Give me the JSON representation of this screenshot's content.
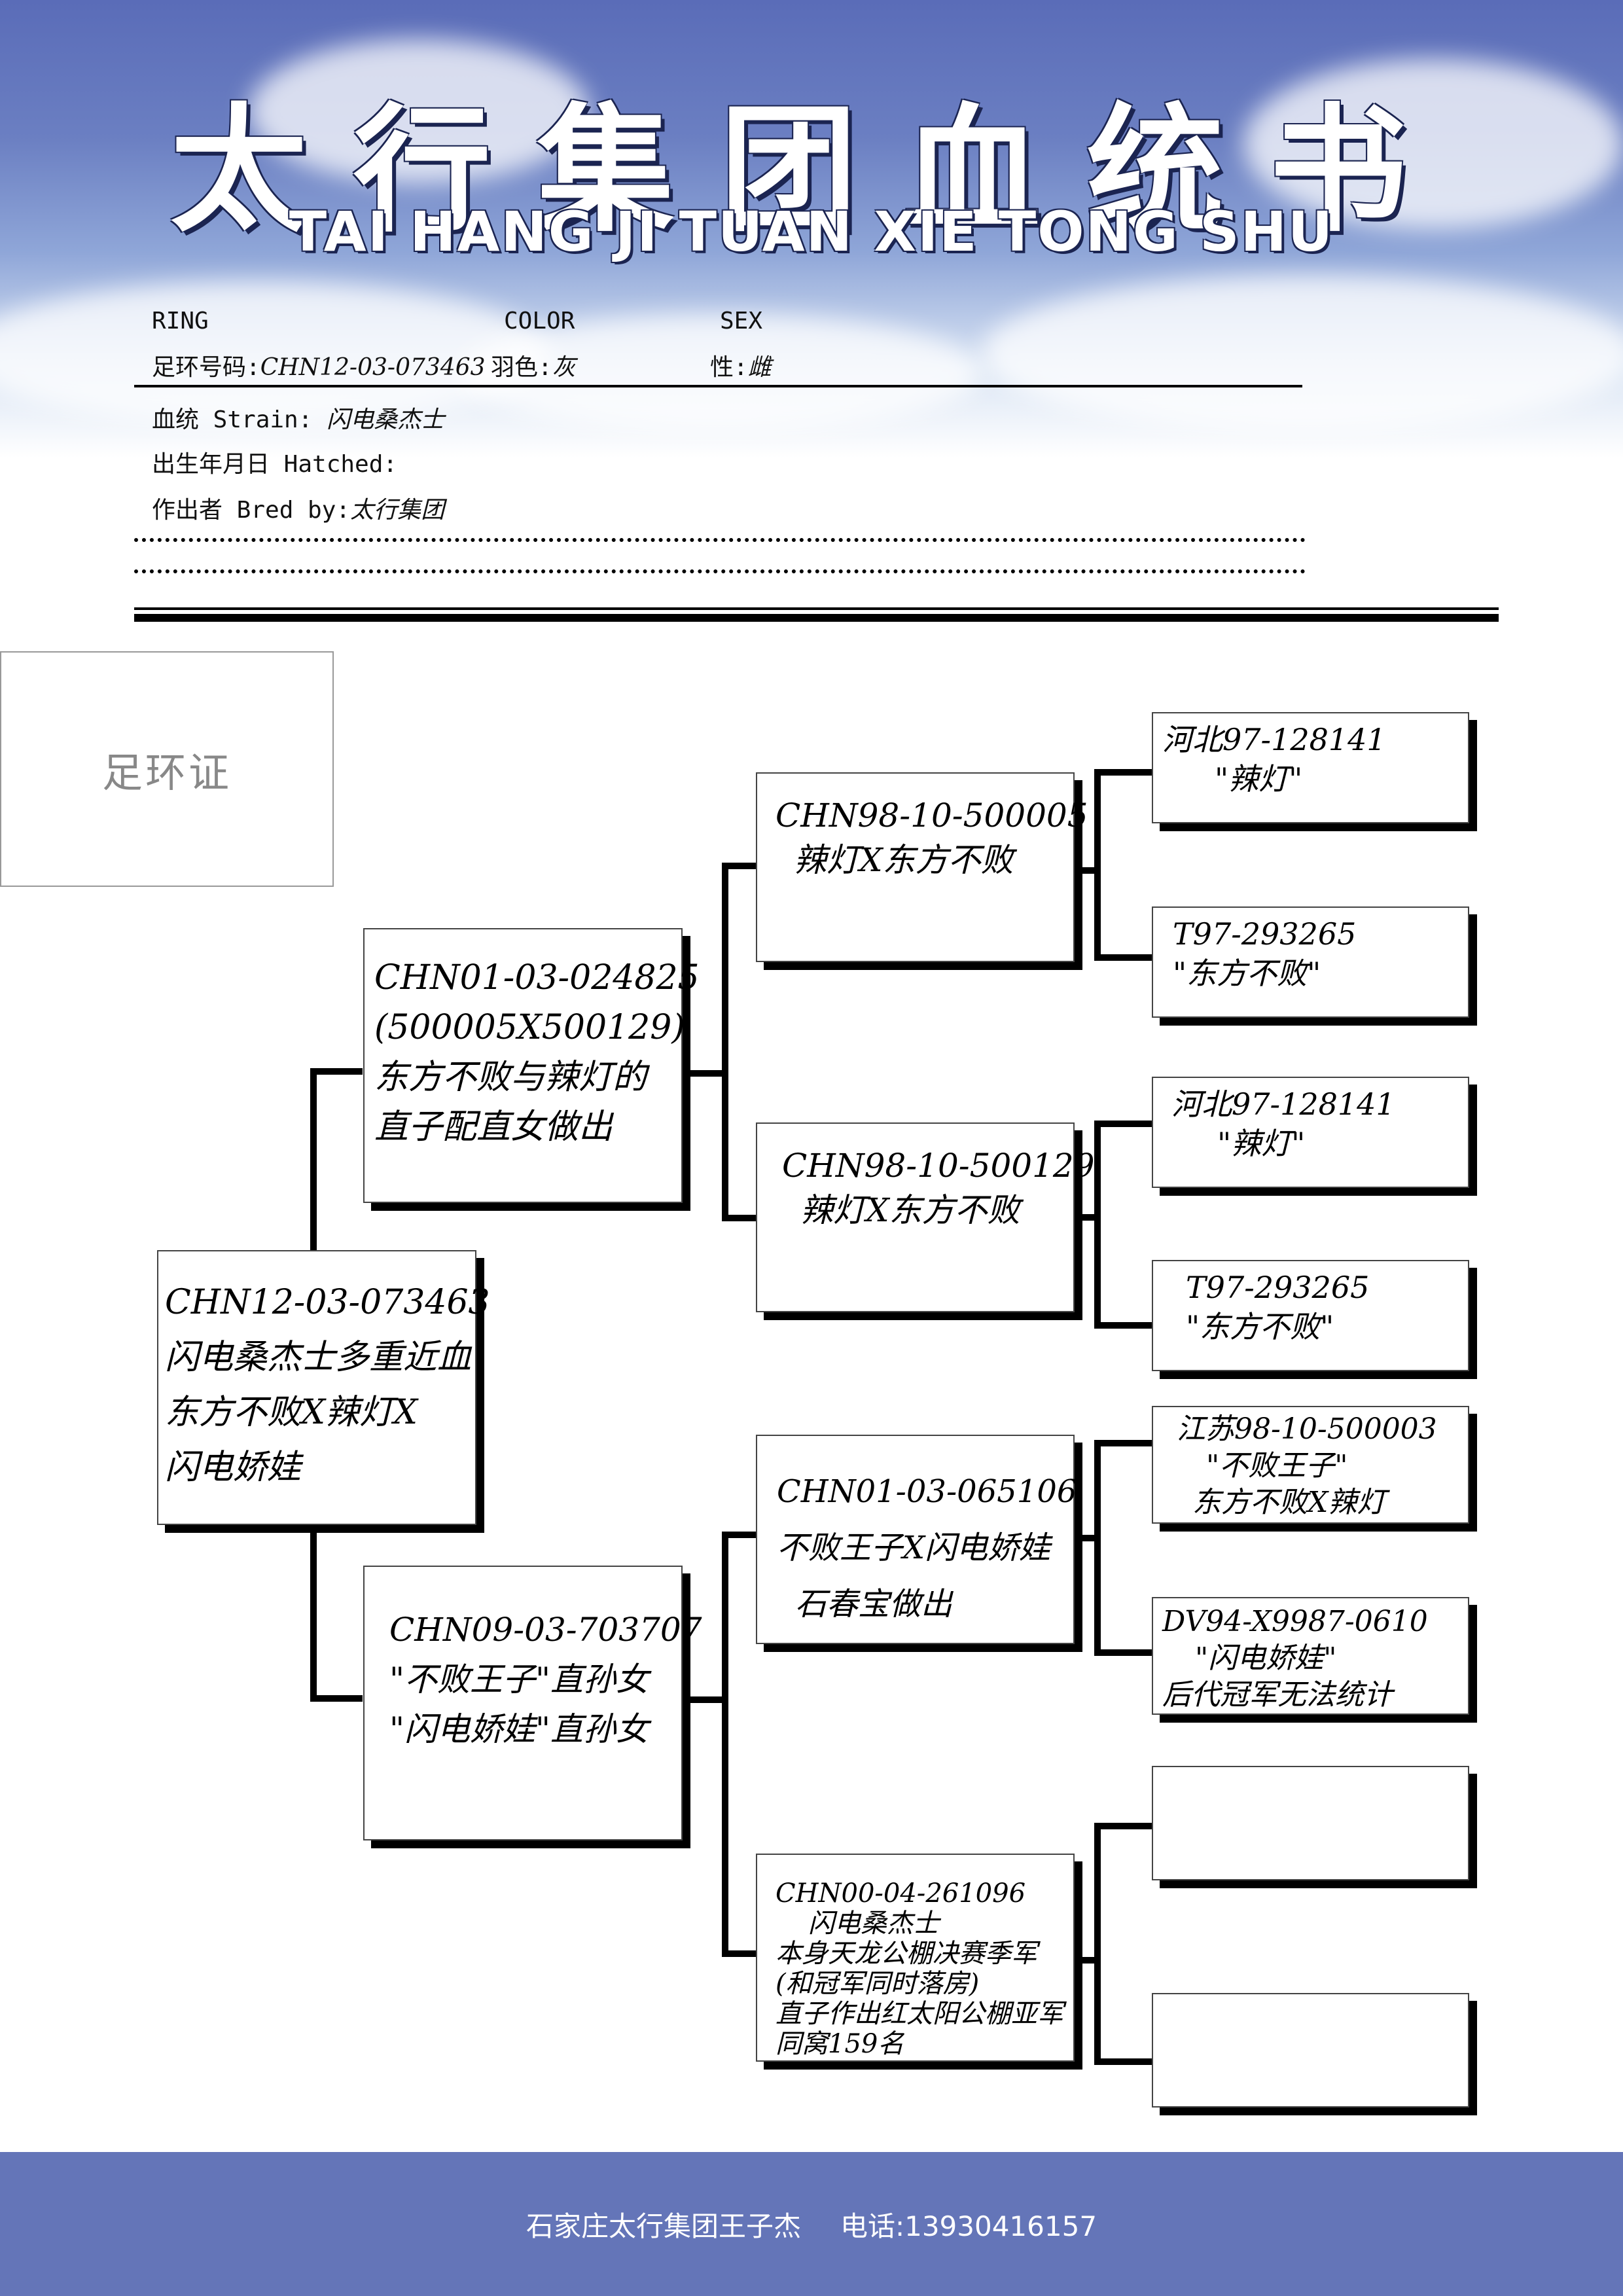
{
  "header": {
    "title_cn": "太行集团血统书",
    "title_en": "TAI HANG JI TUAN XIE TONG SHU"
  },
  "info": {
    "ring_en": "RING",
    "color_en": "COLOR",
    "sex_en": "SEX",
    "ring_cn": "足环号码:",
    "ring_value": "CHN12-03-073463",
    "color_cn": "羽色:",
    "color_value": "灰",
    "sex_cn": "性:",
    "sex_value": "雌",
    "strain_label": "血统 Strain:",
    "strain_value": "闪电桑杰士",
    "hatched_label": "出生年月日 Hatched:",
    "bred_label": "作出者 Bred  by:",
    "bred_value": "太行集团"
  },
  "photo_label": "足环证",
  "pedigree": {
    "subject": [
      "CHN12-03-073463",
      "闪电桑杰士多重近血",
      "东方不败X辣灯X",
      "闪电娇娃"
    ],
    "sire": [
      "CHN01-03-024825",
      "(500005X500129)",
      "东方不败与辣灯的",
      "直子配直女做出"
    ],
    "dam": [
      "CHN09-03-703707",
      "\"不败王子\"直孙女",
      "\"闪电娇娃\"直孙女"
    ],
    "sire_sire": [
      "CHN98-10-500005",
      "辣灯X东方不败"
    ],
    "sire_dam": [
      "CHN98-10-500129",
      "辣灯X东方不败"
    ],
    "dam_sire": [
      "CHN01-03-065106",
      "不败王子X闪电娇娃",
      "石春宝做出"
    ],
    "dam_dam": [
      "CHN00-04-261096",
      "闪电桑杰士",
      "本身天龙公棚决赛季军",
      "(和冠军同时落房)",
      "直子作出红太阳公棚亚军",
      "同窝159名"
    ],
    "g3_1": [
      "河北97-128141",
      "\"辣灯\""
    ],
    "g3_2": [
      "T97-293265",
      "\"东方不败\""
    ],
    "g3_3": [
      "河北97-128141",
      "\"辣灯\""
    ],
    "g3_4": [
      "T97-293265",
      "\"东方不败\""
    ],
    "g3_5": [
      "江苏98-10-500003",
      "\"不败王子\"",
      "东方不败X辣灯"
    ],
    "g3_6": [
      "DV94-X9987-0610",
      "\"闪电娇娃\"",
      "后代冠军无法统计"
    ]
  },
  "footer": {
    "name": "石家庄太行集团王子杰",
    "phone": "电话:13930416157"
  }
}
